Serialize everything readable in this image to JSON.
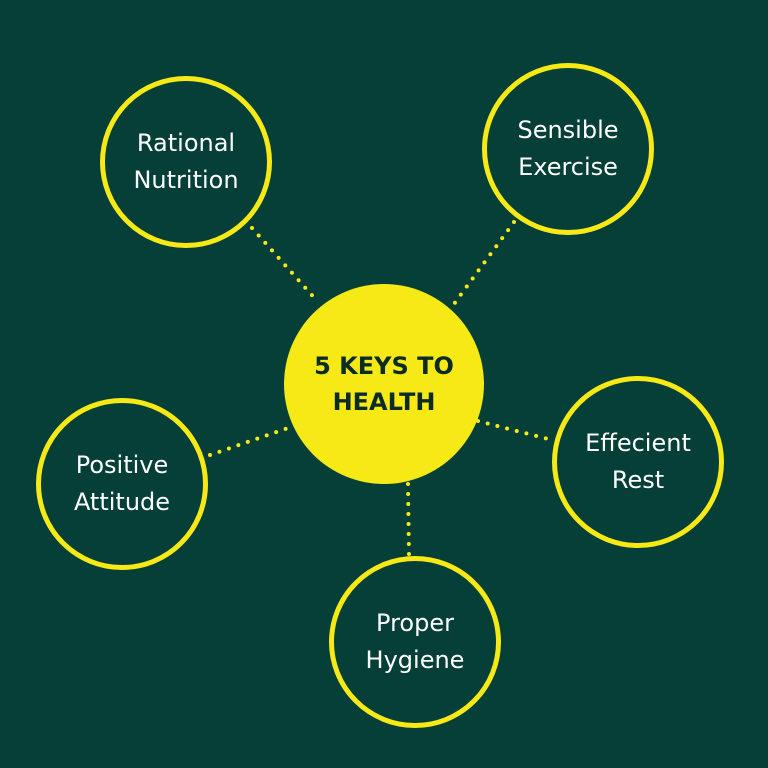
{
  "colors": {
    "background": "#063e38",
    "accent": "#f6e916",
    "node_text": "#ffffff",
    "center_text": "#0b2b27"
  },
  "center": {
    "line1": "5 KEYS TO",
    "line2": "HEALTH"
  },
  "nodes": [
    {
      "id": "rational-nutrition",
      "line1": "Rational",
      "line2": "Nutrition"
    },
    {
      "id": "sensible-exercise",
      "line1": "Sensible",
      "line2": "Exercise"
    },
    {
      "id": "efficient-rest",
      "line1": "Effecient",
      "line2": "Rest"
    },
    {
      "id": "proper-hygiene",
      "line1": "Proper",
      "line2": "Hygiene"
    },
    {
      "id": "positive-attitude",
      "line1": "Positive",
      "line2": "Attitude"
    }
  ]
}
